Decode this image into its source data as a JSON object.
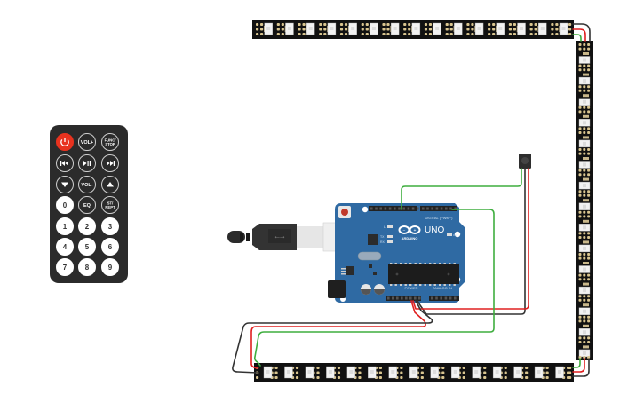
{
  "workspace": {
    "title": "Arduino IR Remote LED Strip Circuit"
  },
  "remote": {
    "buttons": [
      {
        "label": "",
        "icon": "power-icon",
        "name": "power-button"
      },
      {
        "label": "VOL+",
        "name": "vol-up-button"
      },
      {
        "label": "FUNC/\nSTOP",
        "line1": "FUNC/",
        "line2": "STOP",
        "name": "func-stop-button"
      },
      {
        "label": "",
        "icon": "skip-back-icon",
        "name": "prev-button"
      },
      {
        "label": "",
        "icon": "play-pause-icon",
        "name": "play-pause-button"
      },
      {
        "label": "",
        "icon": "skip-forward-icon",
        "name": "next-button"
      },
      {
        "label": "",
        "icon": "arrow-down-icon",
        "name": "down-button"
      },
      {
        "label": "VOL-",
        "name": "vol-down-button"
      },
      {
        "label": "",
        "icon": "arrow-up-icon",
        "name": "up-button"
      },
      {
        "label": "0",
        "name": "digit-0-button"
      },
      {
        "label": "EQ",
        "name": "eq-button"
      },
      {
        "label": "ST/\nREPT",
        "line1": "ST/",
        "line2": "REPT",
        "name": "st-rept-button"
      },
      {
        "label": "1",
        "name": "digit-1-button"
      },
      {
        "label": "2",
        "name": "digit-2-button"
      },
      {
        "label": "3",
        "name": "digit-3-button"
      },
      {
        "label": "4",
        "name": "digit-4-button"
      },
      {
        "label": "5",
        "name": "digit-5-button"
      },
      {
        "label": "6",
        "name": "digit-6-button"
      },
      {
        "label": "7",
        "name": "digit-7-button"
      },
      {
        "label": "8",
        "name": "digit-8-button"
      },
      {
        "label": "9",
        "name": "digit-9-button"
      }
    ]
  },
  "arduino": {
    "model": "UNO",
    "brand": "ARDUINO",
    "digital_label": "DIGITAL (PWM~)",
    "power_label": "POWER",
    "analog_label": "ANALOG IN",
    "led_labels": [
      "L",
      "TX",
      "RX"
    ],
    "on_label": "ON"
  },
  "led_strips": {
    "top_count": 15,
    "right_count": 15,
    "bottom_count": 15
  },
  "colors": {
    "board": "#2f6aa3",
    "strip": "#111111",
    "wire_green": "#3fae3f",
    "wire_red": "#e02020",
    "wire_black": "#333333",
    "remote_body": "#2b2b2b",
    "power_red": "#e8321e"
  }
}
